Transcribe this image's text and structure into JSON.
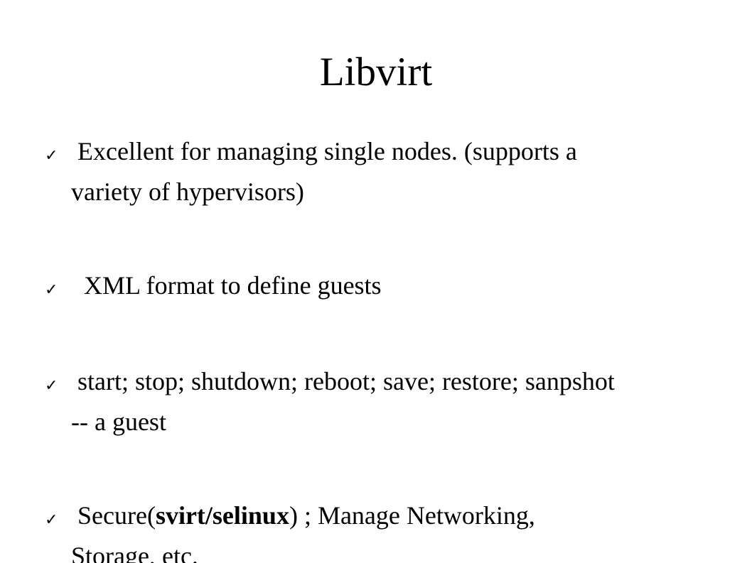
{
  "slide": {
    "title": "Libvirt",
    "bullet_icon": "check-mark-icon",
    "bullets": [
      {
        "line1": " Excellent for managing single nodes. (supports a",
        "line2": "variety of hypervisors)"
      },
      {
        "line1": "  XML format to define guests"
      },
      {
        "line1": " start; stop; shutdown; reboot; save; restore; sanpshot",
        "line2": "-- a guest"
      },
      {
        "prefix": " Secure(",
        "bold": "svirt/selinux",
        "suffix": ") ; Manage Networking,",
        "line2": "Storage, etc."
      }
    ]
  }
}
